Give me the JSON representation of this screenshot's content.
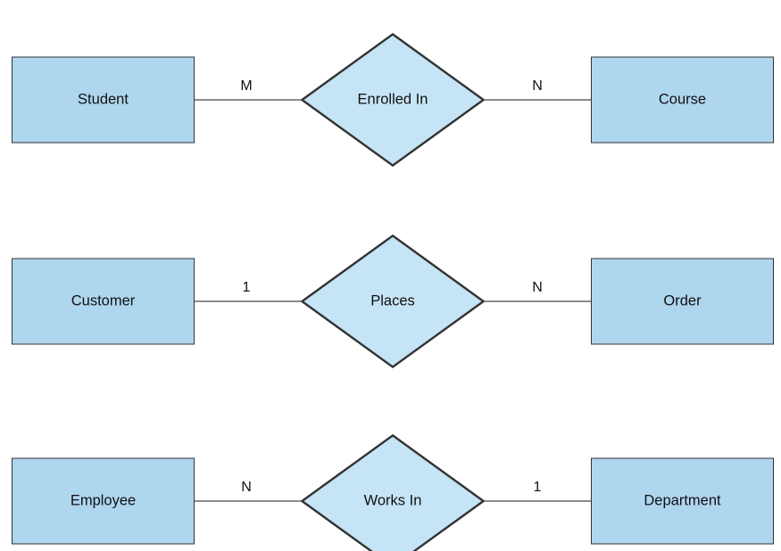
{
  "diagram": {
    "type": "entity-relationship-diagram",
    "background_color": "#ffffff",
    "entity_fill_color": "#aed6ef",
    "relationship_fill_color": "#c5e4f5",
    "stroke_color": "#333333",
    "rows": [
      {
        "left_entity": "Student",
        "left_cardinality": "M",
        "relationship": "Enrolled In",
        "right_cardinality": "N",
        "right_entity": "Course"
      },
      {
        "left_entity": "Customer",
        "left_cardinality": "1",
        "relationship": "Places",
        "right_cardinality": "N",
        "right_entity": "Order"
      },
      {
        "left_entity": "Employee",
        "left_cardinality": "N",
        "relationship": "Works In",
        "right_cardinality": "1",
        "right_entity": "Department"
      }
    ]
  }
}
